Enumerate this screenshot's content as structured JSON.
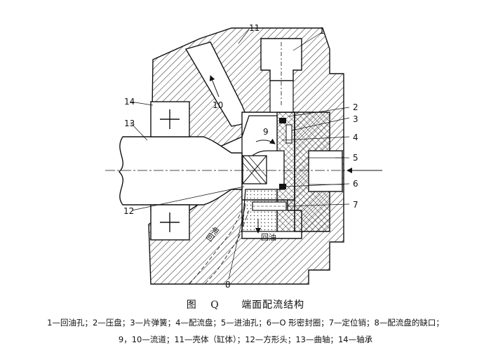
{
  "figure": {
    "labels": {
      "l1": "1",
      "l2": "2",
      "l3": "3",
      "l4": "4",
      "l5": "5",
      "l6": "6",
      "l7": "7",
      "l8": "8",
      "l9": "9",
      "l10": "10",
      "l11": "11",
      "l12": "12",
      "l13": "13",
      "l14": "14"
    },
    "return_oil_label": "回油",
    "return_oil_label_diag": "回油"
  },
  "caption": {
    "prefix": "图",
    "number": "Q",
    "title": "端面配流结构"
  },
  "legend": {
    "line1": "1—回油孔；2—压盘；3—片弹簧；4—配流盘；5—进油孔；6—O 形密封圈；7—定位销；8—配流盘的缺口；",
    "line2": "9，10—流道；11—壳体（缸体）；12—方形头；13—曲轴；14—轴承"
  }
}
